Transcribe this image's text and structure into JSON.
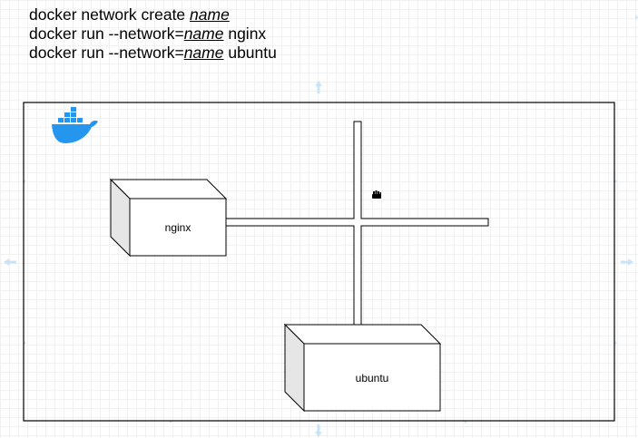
{
  "commands": [
    {
      "prefix": "docker network create ",
      "param": "name",
      "suffix": ""
    },
    {
      "prefix": "docker run --network=",
      "param": "name",
      "suffix": " nginx"
    },
    {
      "prefix": "docker run --network=",
      "param": "name",
      "suffix": " ubuntu"
    }
  ],
  "boxes": {
    "nginx": {
      "label": "nginx"
    },
    "ubuntu": {
      "label": "ubuntu"
    }
  },
  "colors": {
    "frame_border": "#000000",
    "box_front": "#ffffff",
    "box_side": "#e6e6e6",
    "docker_blue": "#2496ed",
    "handle_blue": "#c9e4f7"
  },
  "icons": {
    "logo": "docker-whale-icon",
    "cursor": "hand-cursor-icon"
  }
}
